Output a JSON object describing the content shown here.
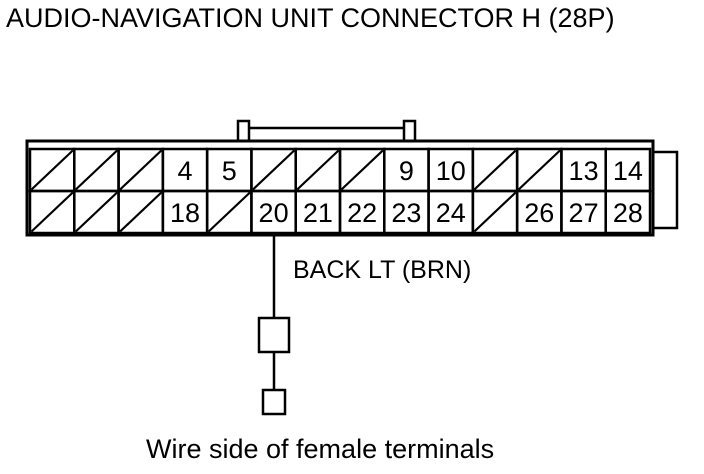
{
  "title": "AUDIO-NAVIGATION UNIT CONNECTOR H (28P)",
  "wire": {
    "label": "BACK LT (BRN)",
    "from_pin": "20"
  },
  "caption": "Wire side of female terminals",
  "colors": {
    "ink": "#000000",
    "background": "#ffffff"
  },
  "connector": {
    "rows": [
      {
        "cells": [
          {
            "label": "",
            "hatched": true
          },
          {
            "label": "",
            "hatched": true
          },
          {
            "label": "",
            "hatched": true
          },
          {
            "label": "4",
            "hatched": false
          },
          {
            "label": "5",
            "hatched": false
          },
          {
            "label": "",
            "hatched": true
          },
          {
            "label": "",
            "hatched": true
          },
          {
            "label": "",
            "hatched": true
          },
          {
            "label": "9",
            "hatched": false
          },
          {
            "label": "10",
            "hatched": false
          },
          {
            "label": "",
            "hatched": true
          },
          {
            "label": "",
            "hatched": true
          },
          {
            "label": "13",
            "hatched": false
          },
          {
            "label": "14",
            "hatched": false
          }
        ]
      },
      {
        "cells": [
          {
            "label": "",
            "hatched": true
          },
          {
            "label": "",
            "hatched": true
          },
          {
            "label": "",
            "hatched": true
          },
          {
            "label": "18",
            "hatched": false
          },
          {
            "label": "",
            "hatched": true
          },
          {
            "label": "20",
            "hatched": false
          },
          {
            "label": "21",
            "hatched": false
          },
          {
            "label": "22",
            "hatched": false
          },
          {
            "label": "23",
            "hatched": false
          },
          {
            "label": "24",
            "hatched": false
          },
          {
            "label": "",
            "hatched": true
          },
          {
            "label": "26",
            "hatched": false
          },
          {
            "label": "27",
            "hatched": false
          },
          {
            "label": "28",
            "hatched": false
          }
        ]
      }
    ]
  }
}
